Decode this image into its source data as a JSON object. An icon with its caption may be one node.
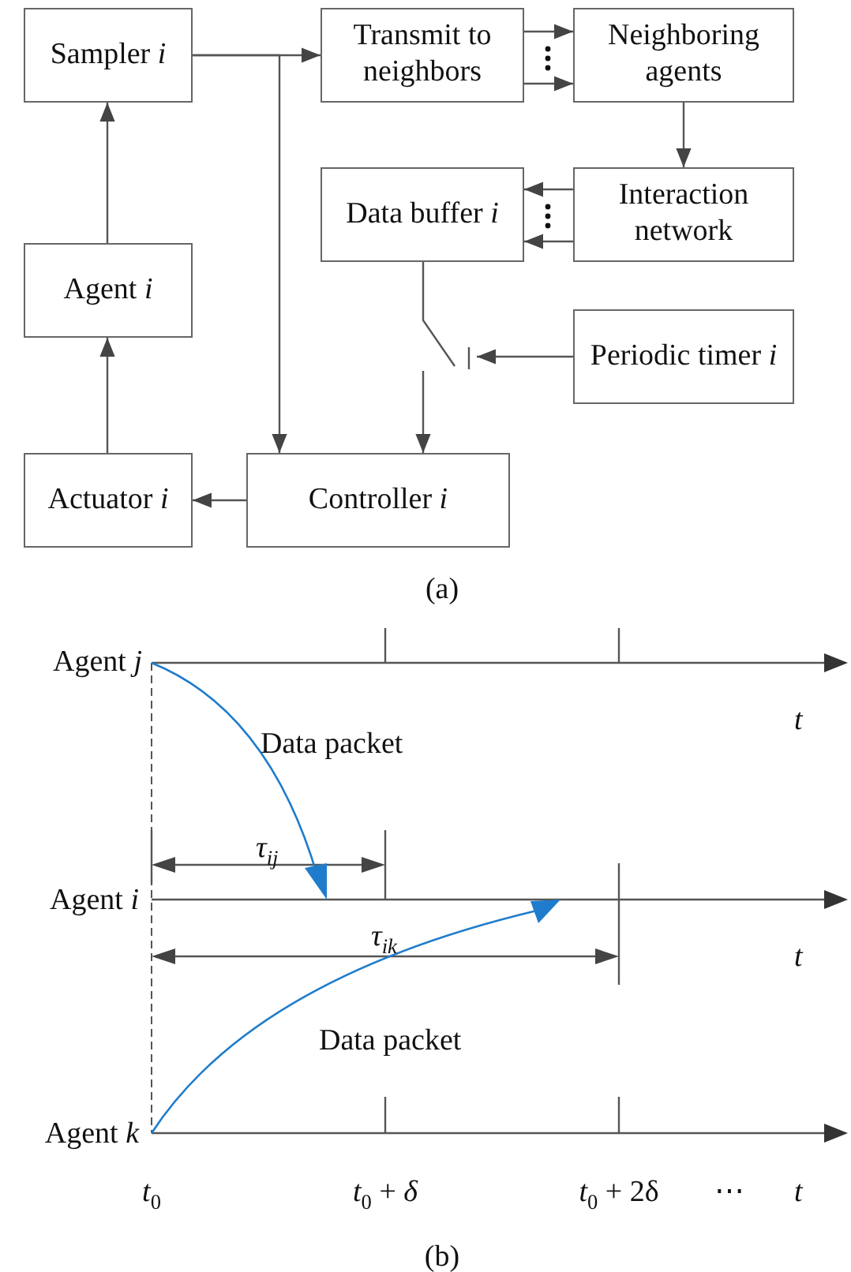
{
  "diagram": {
    "nodes": [
      {
        "text": [
          "Sampler *i*"
        ]
      },
      {
        "text": [
          "Transmit to neighbors"
        ]
      },
      {
        "text": [
          "Neighboring agents"
        ]
      },
      {
        "text": [
          "Data buffer *i*"
        ]
      },
      {
        "text": [
          "Interaction network"
        ]
      },
      {
        "text": [
          "Agent *i*"
        ]
      },
      {
        "text": [
          "Periodic timer *i*"
        ]
      },
      {
        "text": [],
        "shape": "switch"
      },
      {
        "text": [
          "Actuator *i*"
        ]
      },
      {
        "text": [
          "Controller *i*"
        ]
      }
    ],
    "edges": [
      {
        "from": 0,
        "to": 1,
        "arrow": "to"
      },
      {
        "from": 0,
        "to": 9,
        "arrow": "to"
      },
      {
        "from": 1,
        "to": 2,
        "arrow": "to"
      },
      {
        "from": 1,
        "to": 2,
        "arrow": "to"
      },
      {
        "from": 2,
        "to": 4,
        "arrow": "to"
      },
      {
        "from": 4,
        "to": 3,
        "arrow": "to"
      },
      {
        "from": 4,
        "to": 3,
        "arrow": "to"
      },
      {
        "from": 3,
        "to": 7,
        "arrow": "none"
      },
      {
        "from": 6,
        "to": 7,
        "arrow": "to"
      },
      {
        "from": 7,
        "to": 9,
        "arrow": "to"
      },
      {
        "from": 9,
        "to": 8,
        "arrow": "to"
      },
      {
        "from": 8,
        "to": 5,
        "arrow": "to"
      },
      {
        "from": 5,
        "to": 0,
        "arrow": "to"
      }
    ],
    "labels": [
      "(a)",
      "Agent *j*",
      "Data packet",
      "*t*",
      "*τ*$_{ij}$",
      "Agent *i*",
      "*τ*$_{ik}$",
      "*t*",
      "Data packet",
      "Agent *k*",
      "*t*$_{0}$",
      "*t*$_{0}$ + *δ*",
      "*t*$_{0}$ + 2δ",
      "⋯",
      "*t*",
      "(b)"
    ]
  }
}
